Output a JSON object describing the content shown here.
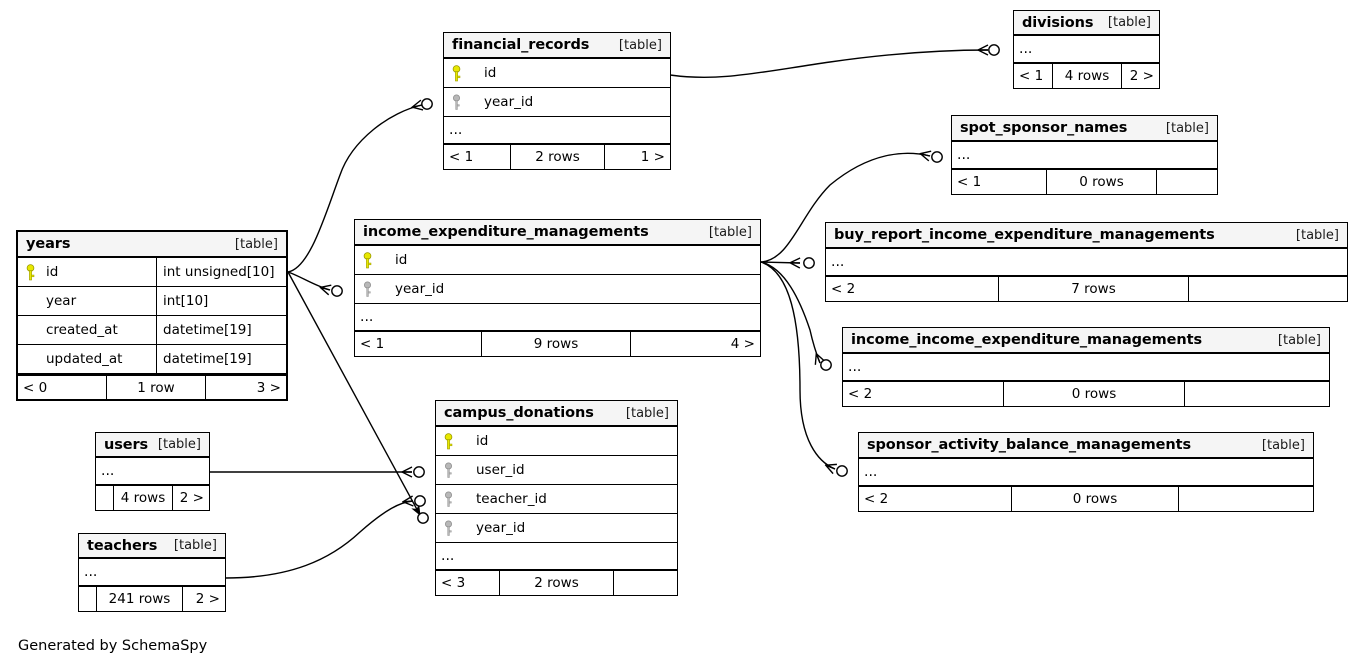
{
  "diagram": {
    "tool": "SchemaSpy",
    "footnote": "Generated by SchemaSpy",
    "kind_label": "[table]",
    "ellipsis": "...",
    "colors": {
      "primary_key_icon": "#e8e800",
      "foreign_key_icon": "#b3b3b3",
      "header_bg": "#f5f5f5",
      "border": "#000000",
      "background": "#ffffff"
    }
  },
  "tables": {
    "years": {
      "name": "years",
      "kind": "[table]",
      "columns": [
        {
          "name": "id",
          "type": "int unsigned[10]",
          "key": "primary"
        },
        {
          "name": "year",
          "type": "int[10]",
          "key": "none"
        },
        {
          "name": "created_at",
          "type": "datetime[19]",
          "key": "none"
        },
        {
          "name": "updated_at",
          "type": "datetime[19]",
          "key": "none"
        }
      ],
      "footer": {
        "left": "< 0",
        "middle": "1 row",
        "right": "3 >"
      }
    },
    "financial_records": {
      "name": "financial_records",
      "kind": "[table]",
      "columns": [
        {
          "name": "id",
          "type": "",
          "key": "primary"
        },
        {
          "name": "year_id",
          "type": "",
          "key": "foreign"
        }
      ],
      "more": "...",
      "footer": {
        "left": "< 1",
        "middle": "2 rows",
        "right": "1 >"
      }
    },
    "income_expenditure_managements": {
      "name": "income_expenditure_managements",
      "kind": "[table]",
      "columns": [
        {
          "name": "id",
          "type": "",
          "key": "primary"
        },
        {
          "name": "year_id",
          "type": "",
          "key": "foreign"
        }
      ],
      "more": "...",
      "footer": {
        "left": "< 1",
        "middle": "9 rows",
        "right": "4 >"
      }
    },
    "campus_donations": {
      "name": "campus_donations",
      "kind": "[table]",
      "columns": [
        {
          "name": "id",
          "type": "",
          "key": "primary"
        },
        {
          "name": "user_id",
          "type": "",
          "key": "foreign"
        },
        {
          "name": "teacher_id",
          "type": "",
          "key": "foreign"
        },
        {
          "name": "year_id",
          "type": "",
          "key": "foreign"
        }
      ],
      "more": "...",
      "footer": {
        "left": "< 3",
        "middle": "2 rows",
        "right": ""
      }
    },
    "divisions": {
      "name": "divisions",
      "kind": "[table]",
      "more": "...",
      "footer": {
        "left": "< 1",
        "middle": "4 rows",
        "right": "2 >"
      }
    },
    "spot_sponsor_names": {
      "name": "spot_sponsor_names",
      "kind": "[table]",
      "more": "...",
      "footer": {
        "left": "< 1",
        "middle": "0 rows",
        "right": ""
      }
    },
    "buy_report_income_expenditure_managements": {
      "name": "buy_report_income_expenditure_managements",
      "kind": "[table]",
      "more": "...",
      "footer": {
        "left": "< 2",
        "middle": "7 rows",
        "right": ""
      }
    },
    "income_income_expenditure_managements": {
      "name": "income_income_expenditure_managements",
      "kind": "[table]",
      "more": "...",
      "footer": {
        "left": "< 2",
        "middle": "0 rows",
        "right": ""
      }
    },
    "sponsor_activity_balance_managements": {
      "name": "sponsor_activity_balance_managements",
      "kind": "[table]",
      "more": "...",
      "footer": {
        "left": "< 2",
        "middle": "0 rows",
        "right": ""
      }
    },
    "users": {
      "name": "users",
      "kind": "[table]",
      "more": "...",
      "footer": {
        "left": "",
        "middle": "4 rows",
        "right": "2 >"
      }
    },
    "teachers": {
      "name": "teachers",
      "kind": "[table]",
      "more": "...",
      "footer": {
        "left": "",
        "middle": "241 rows",
        "right": "2 >"
      }
    }
  },
  "relationships": [
    {
      "from": "years.id",
      "to": "financial_records.year_id"
    },
    {
      "from": "years.id",
      "to": "income_expenditure_managements.year_id"
    },
    {
      "from": "years.id",
      "to": "campus_donations.year_id"
    },
    {
      "from": "financial_records.id",
      "to": "divisions"
    },
    {
      "from": "income_expenditure_managements.id",
      "to": "spot_sponsor_names"
    },
    {
      "from": "income_expenditure_managements.id",
      "to": "buy_report_income_expenditure_managements"
    },
    {
      "from": "income_expenditure_managements.id",
      "to": "income_income_expenditure_managements"
    },
    {
      "from": "income_expenditure_managements.id",
      "to": "sponsor_activity_balance_managements"
    },
    {
      "from": "users",
      "to": "campus_donations.user_id"
    },
    {
      "from": "teachers",
      "to": "campus_donations.teacher_id"
    }
  ]
}
